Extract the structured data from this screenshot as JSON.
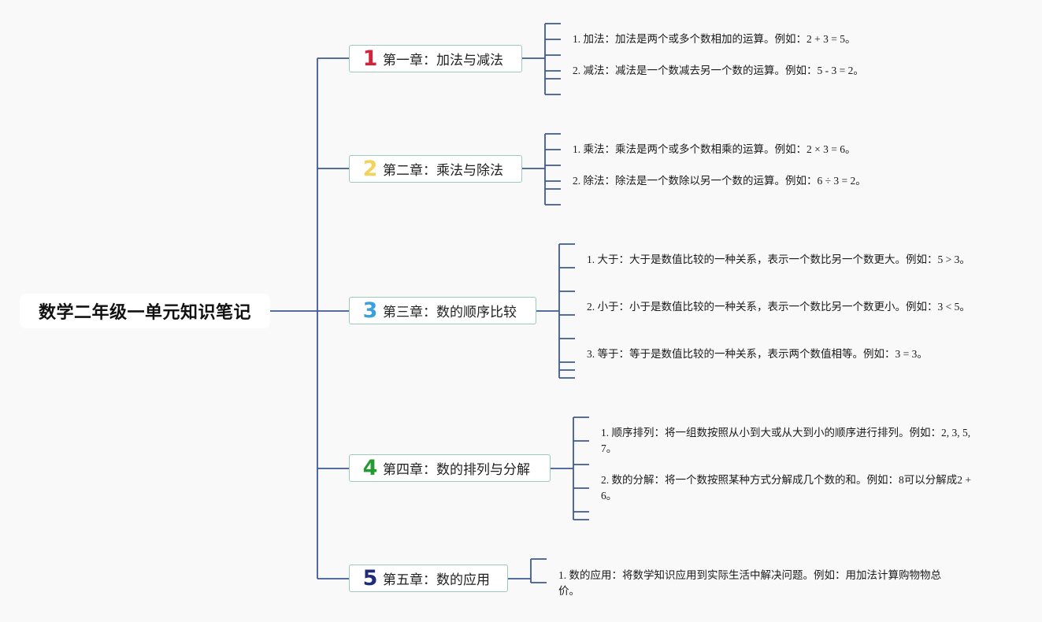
{
  "root": {
    "title": "数学二年级一单元知识笔记"
  },
  "colors": {
    "connector": "#3d5a96",
    "chapter_border": "#9cc9c0",
    "number_colors": [
      "#d7213a",
      "#f3d35a",
      "#3aa0dd",
      "#249a33",
      "#1e2c78"
    ]
  },
  "chapters": [
    {
      "number": "1",
      "label": "第一章：加法与减法",
      "notes": [
        "1. 加法：加法是两个或多个数相加的运算。例如：2 + 3 = 5。",
        "2. 减法：减法是一个数减去另一个数的运算。例如：5 - 3 = 2。"
      ]
    },
    {
      "number": "2",
      "label": "第二章：乘法与除法",
      "notes": [
        "1. 乘法：乘法是两个或多个数相乘的运算。例如：2 × 3 = 6。",
        "2. 除法：除法是一个数除以另一个数的运算。例如：6 ÷ 3 = 2。"
      ]
    },
    {
      "number": "3",
      "label": "第三章：数的顺序比较",
      "notes": [
        "1. 大于：大于是数值比较的一种关系，表示一个数比另一个数更大。例如：5 > 3。",
        "2. 小于：小于是数值比较的一种关系，表示一个数比另一个数更小。例如：3 < 5。",
        "3. 等于：等于是数值比较的一种关系，表示两个数值相等。例如：3 = 3。"
      ]
    },
    {
      "number": "4",
      "label": "第四章：数的排列与分解",
      "notes": [
        "1. 顺序排列：将一组数按照从小到大或从大到小的顺序进行排列。例如：2, 3, 5, 7。",
        "2. 数的分解：将一个数按照某种方式分解成几个数的和。例如：8可以分解成2 + 6。"
      ]
    },
    {
      "number": "5",
      "label": "第五章：数的应用",
      "notes": [
        "1. 数的应用：将数学知识应用到实际生活中解决问题。例如：用加法计算购物物总价。"
      ]
    }
  ]
}
